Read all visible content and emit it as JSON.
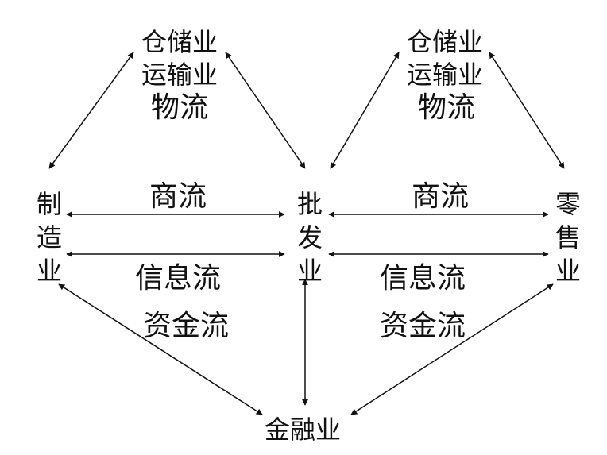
{
  "nodes": {
    "warehouse_left": {
      "line1": "仓储业",
      "line2": "运输业",
      "flow": "物流"
    },
    "warehouse_right": {
      "line1": "仓储业",
      "line2": "运输业",
      "flow": "物流"
    },
    "manufacturing": "制造业",
    "wholesale": "批发业",
    "retail": "零售业",
    "finance": "金融业"
  },
  "flows": {
    "left": {
      "commerce": "商流",
      "information": "信息流",
      "capital": "资金流"
    },
    "right": {
      "commerce": "商流",
      "information": "信息流",
      "capital": "资金流"
    }
  },
  "colors": {
    "ink": "#111111",
    "background": "#ffffff"
  }
}
